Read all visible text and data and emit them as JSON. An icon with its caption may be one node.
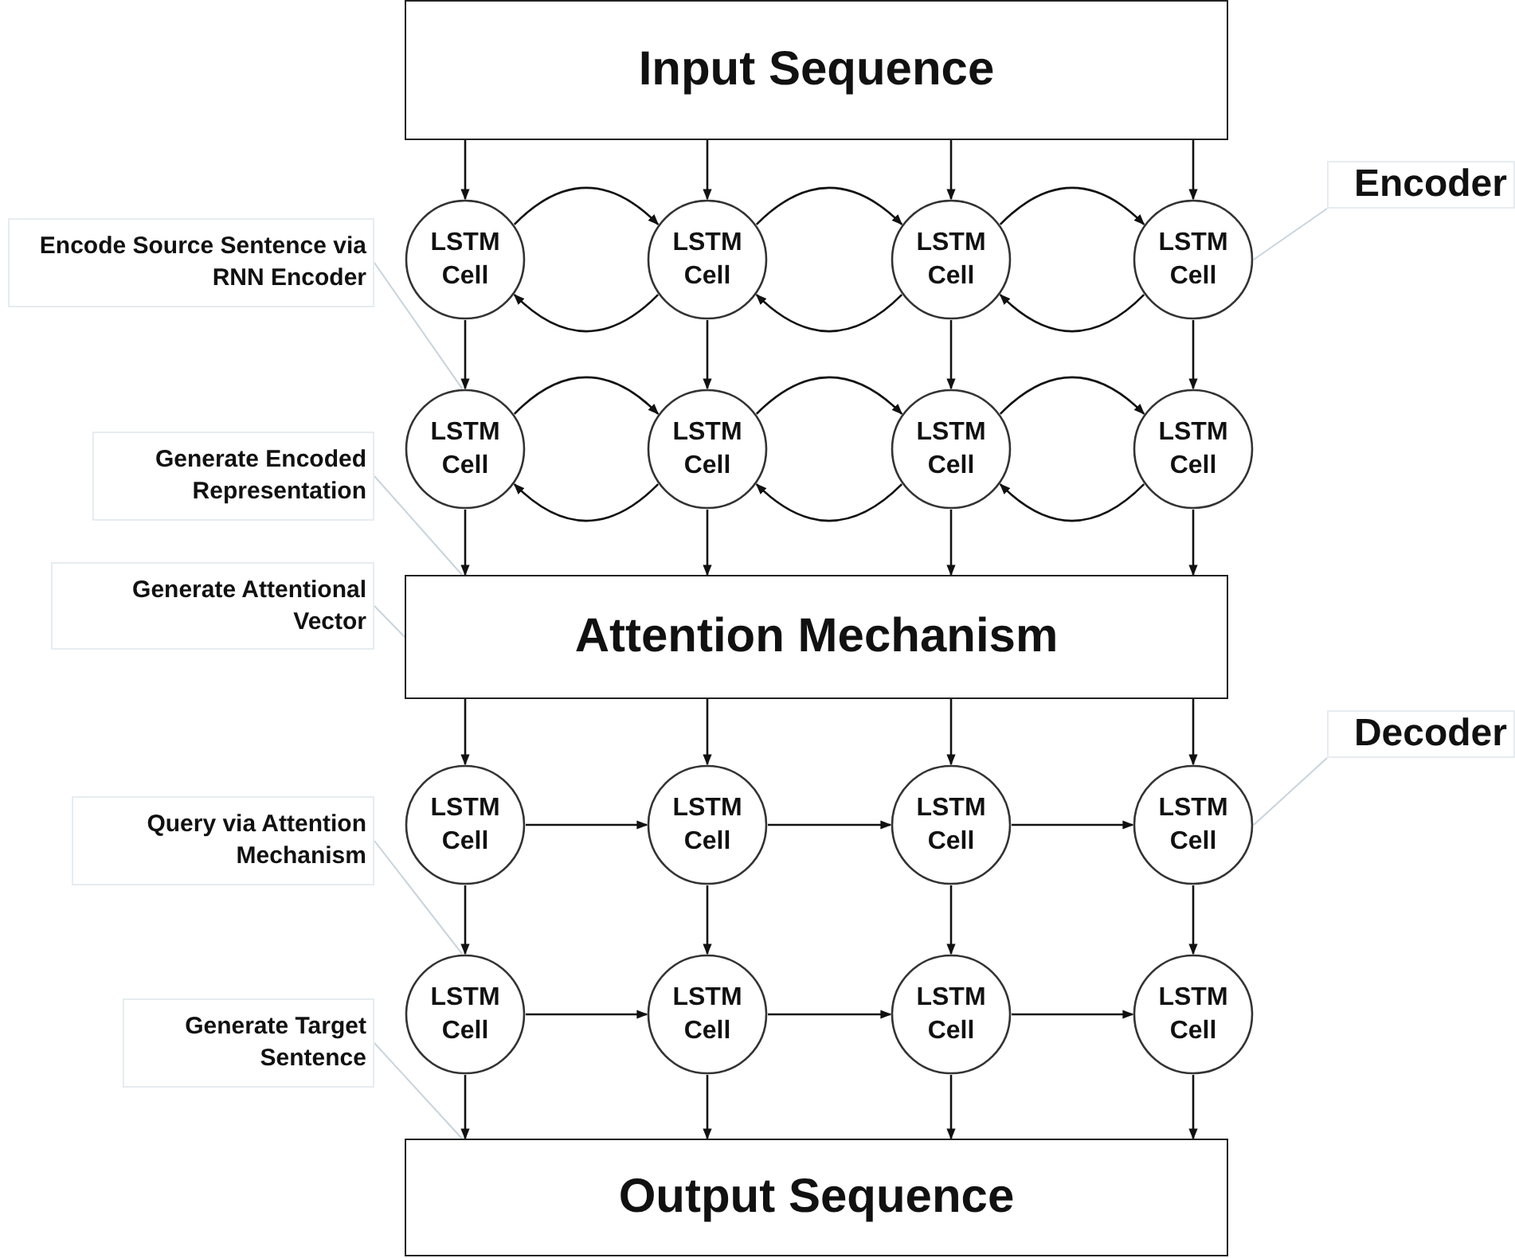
{
  "diagram": {
    "nodes": [
      {
        "text": [
          "Input Sequence"
        ]
      },
      {
        "text": [
          "LSTM Cell"
        ]
      },
      {
        "text": [
          "LSTM Cell"
        ]
      },
      {
        "text": [
          "LSTM Cell"
        ]
      },
      {
        "text": [
          "LSTM Cell"
        ]
      },
      {
        "text": [
          "LSTM Cell"
        ]
      },
      {
        "text": [
          "LSTM Cell"
        ]
      },
      {
        "text": [
          "LSTM Cell"
        ]
      },
      {
        "text": [
          "LSTM Cell"
        ]
      },
      {
        "text": [
          "Attention Mechanism"
        ]
      },
      {
        "text": [
          "LSTM Cell"
        ]
      },
      {
        "text": [
          "LSTM Cell"
        ]
      },
      {
        "text": [
          "LSTM Cell"
        ]
      },
      {
        "text": [
          "LSTM Cell"
        ]
      },
      {
        "text": [
          "LSTM Cell"
        ]
      },
      {
        "text": [
          "LSTM Cell"
        ]
      },
      {
        "text": [
          "LSTM Cell"
        ]
      },
      {
        "text": [
          "LSTM Cell"
        ]
      },
      {
        "text": [
          "Output Sequence"
        ]
      },
      {
        "text": [
          "Encoder"
        ]
      },
      {
        "text": [
          "Encode Source Sentence via RNN Encoder"
        ]
      },
      {
        "text": [
          "Generate Encoded Representation"
        ]
      },
      {
        "text": [
          "Generate Attentional Vector"
        ]
      },
      {
        "text": [
          "Decoder"
        ]
      },
      {
        "text": [
          "Query via Attention Mechanism"
        ]
      },
      {
        "text": [
          "Generate Target Sentence"
        ]
      }
    ],
    "edges": [
      {
        "from": 0,
        "to": 1,
        "arrow": "to"
      },
      {
        "from": 0,
        "to": 2,
        "arrow": "to"
      },
      {
        "from": 0,
        "to": 3,
        "arrow": "to"
      },
      {
        "from": 0,
        "to": 4,
        "arrow": "to"
      },
      {
        "from": 1,
        "to": 2,
        "arrow": "to"
      },
      {
        "from": 2,
        "to": 1,
        "arrow": "to"
      },
      {
        "from": 2,
        "to": 3,
        "arrow": "to"
      },
      {
        "from": 3,
        "to": 2,
        "arrow": "to"
      },
      {
        "from": 3,
        "to": 4,
        "arrow": "to"
      },
      {
        "from": 4,
        "to": 3,
        "arrow": "to"
      },
      {
        "from": 1,
        "to": 5,
        "arrow": "to"
      },
      {
        "from": 2,
        "to": 6,
        "arrow": "to"
      },
      {
        "from": 3,
        "to": 7,
        "arrow": "to"
      },
      {
        "from": 4,
        "to": 8,
        "arrow": "to"
      },
      {
        "from": 5,
        "to": 6,
        "arrow": "to"
      },
      {
        "from": 6,
        "to": 5,
        "arrow": "to"
      },
      {
        "from": 6,
        "to": 7,
        "arrow": "to"
      },
      {
        "from": 7,
        "to": 6,
        "arrow": "to"
      },
      {
        "from": 7,
        "to": 8,
        "arrow": "to"
      },
      {
        "from": 8,
        "to": 7,
        "arrow": "to"
      },
      {
        "from": 5,
        "to": 9,
        "arrow": "to"
      },
      {
        "from": 6,
        "to": 9,
        "arrow": "to"
      },
      {
        "from": 7,
        "to": 9,
        "arrow": "to"
      },
      {
        "from": 8,
        "to": 9,
        "arrow": "to"
      },
      {
        "from": 9,
        "to": 10,
        "arrow": "to"
      },
      {
        "from": 9,
        "to": 11,
        "arrow": "to"
      },
      {
        "from": 9,
        "to": 12,
        "arrow": "to"
      },
      {
        "from": 9,
        "to": 13,
        "arrow": "to"
      },
      {
        "from": 10,
        "to": 11,
        "arrow": "to"
      },
      {
        "from": 11,
        "to": 12,
        "arrow": "to"
      },
      {
        "from": 12,
        "to": 13,
        "arrow": "to"
      },
      {
        "from": 10,
        "to": 14,
        "arrow": "to"
      },
      {
        "from": 11,
        "to": 15,
        "arrow": "to"
      },
      {
        "from": 12,
        "to": 16,
        "arrow": "to"
      },
      {
        "from": 13,
        "to": 17,
        "arrow": "to"
      },
      {
        "from": 14,
        "to": 15,
        "arrow": "to"
      },
      {
        "from": 15,
        "to": 16,
        "arrow": "to"
      },
      {
        "from": 16,
        "to": 17,
        "arrow": "to"
      },
      {
        "from": 14,
        "to": 18,
        "arrow": "to"
      },
      {
        "from": 15,
        "to": 18,
        "arrow": "to"
      },
      {
        "from": 16,
        "to": 18,
        "arrow": "to"
      },
      {
        "from": 17,
        "to": 18,
        "arrow": "to"
      },
      {
        "from": 19,
        "to": 4,
        "arrow": "none",
        "color": "#c8d4dc"
      },
      {
        "from": 20,
        "to": 5,
        "arrow": "none",
        "color": "#c8d4dc"
      },
      {
        "from": 21,
        "to": 9,
        "arrow": "none",
        "color": "#c8d4dc"
      },
      {
        "from": 22,
        "to": 9,
        "arrow": "none",
        "color": "#c8d4dc"
      },
      {
        "from": 23,
        "to": 13,
        "arrow": "none",
        "color": "#c8d4dc"
      },
      {
        "from": 24,
        "to": 14,
        "arrow": "none",
        "color": "#c8d4dc"
      },
      {
        "from": 25,
        "to": 18,
        "arrow": "none",
        "color": "#c8d4dc"
      }
    ]
  }
}
